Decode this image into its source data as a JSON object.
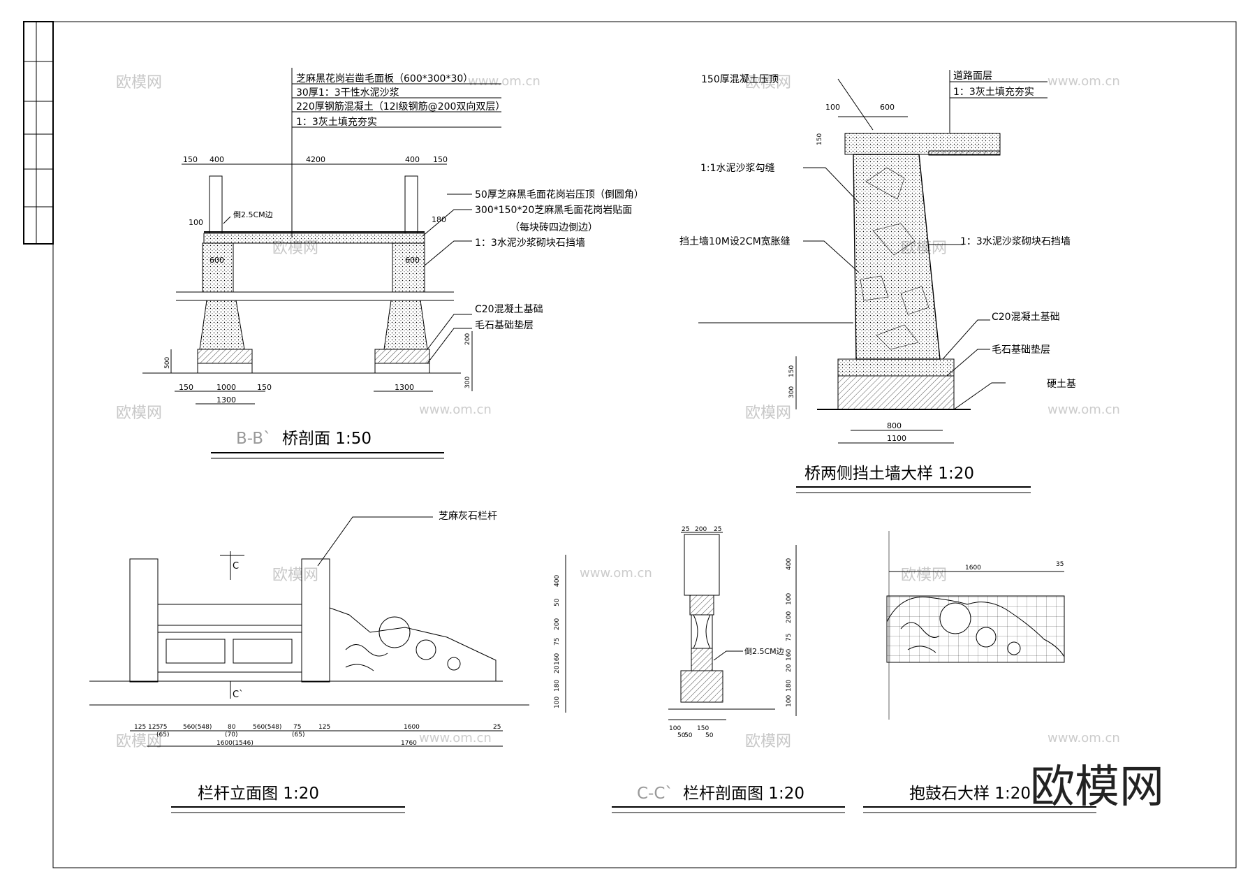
{
  "brand_watermark": "欧模网",
  "watermarks": {
    "logo": "欧模网",
    "url": "www.om.cn"
  },
  "titles": {
    "bridge_section_prefix": "B-B`",
    "bridge_section": "桥剖面 1:50",
    "retaining_wall": "桥两侧挡土墙大样  1:20",
    "railing_elevation": "栏杆立面图  1:20",
    "railing_section_prefix": "C-C`",
    "railing_section": "栏杆剖面图 1:20",
    "drum_stone": "抱鼓石大样 1:20"
  },
  "bridge_section": {
    "layers": [
      "芝麻黑花岗岩凿毛面板（600*300*30）",
      "30厚1：3干性水泥沙浆",
      "220厚钢筋混凝土（12Ⅰ级钢筋@200双向双层）",
      "1：3灰土填充夯实"
    ],
    "callouts": {
      "coping": "50厚芝麻黑毛面花岗岩压顶（倒圆角）",
      "facing": "300*150*20芝麻黑毛面花岗岩贴面",
      "facing_note": "（每块砖四边倒边）",
      "wall": "1：3水泥沙浆砌块石挡墙",
      "footing": "C20混凝土基础",
      "bedding": "毛石基础垫层",
      "chamfer": "倒2.5CM边"
    },
    "dims": {
      "top_left_150": "150",
      "top_left_400": "400",
      "span": "4200",
      "top_right_400": "400",
      "top_right_150": "150",
      "post_h_left": "100",
      "post_h_right": "180",
      "pier_left": "600",
      "pier_right": "600",
      "footing_h": "500",
      "footing_200": "200",
      "footing_300": "300",
      "bottom_150a": "150",
      "bottom_1000": "1000",
      "bottom_150b": "150",
      "bottom_1300": "1300",
      "bottom_right_1300": "1300"
    }
  },
  "retaining_wall": {
    "callouts": {
      "cap": "150厚混凝土压顶",
      "road": "道路面层",
      "fill": "1：3灰土填充夯实",
      "joint": "1:1水泥沙浆勾缝",
      "expansion": "挡土墙10M设2CM宽胀缝",
      "wall": "1：3水泥沙浆砌块石挡墙",
      "footing": "C20混凝土基础",
      "bedding": "毛石基础垫层",
      "soil": "硬土基"
    },
    "dims": {
      "top_100": "100",
      "top_600": "600",
      "cap_150": "150",
      "base_300": "300",
      "base_150": "150",
      "base_800": "800",
      "base_1100": "1100"
    }
  },
  "railing_elevation": {
    "callouts": {
      "rail": "芝麻灰石栏杆",
      "cut_top": "C",
      "cut_bottom": "C`"
    },
    "dims_bottom": [
      "125",
      "125",
      "75",
      "560(548)",
      "80",
      "560(548)",
      "75",
      "125",
      "1600",
      "25"
    ],
    "dims_bottom_sub": [
      "(65)",
      "(70)",
      "(65)"
    ],
    "dims_total": [
      "1600(1546)",
      "1760"
    ],
    "dims_right": [
      "400",
      "50",
      "200",
      "75",
      "160",
      "20",
      "180",
      "100"
    ]
  },
  "railing_section": {
    "callouts": {
      "chamfer": "倒2.5CM边"
    },
    "dims_top": [
      "25",
      "200",
      "25"
    ],
    "dims_bottom": [
      "100",
      "50",
      "50",
      "150",
      "50"
    ],
    "dims_right": [
      "400",
      "100",
      "200",
      "75",
      "160",
      "20",
      "180",
      "100"
    ]
  },
  "drum_stone": {
    "dims": {
      "width": "1600",
      "edge": "35"
    }
  }
}
